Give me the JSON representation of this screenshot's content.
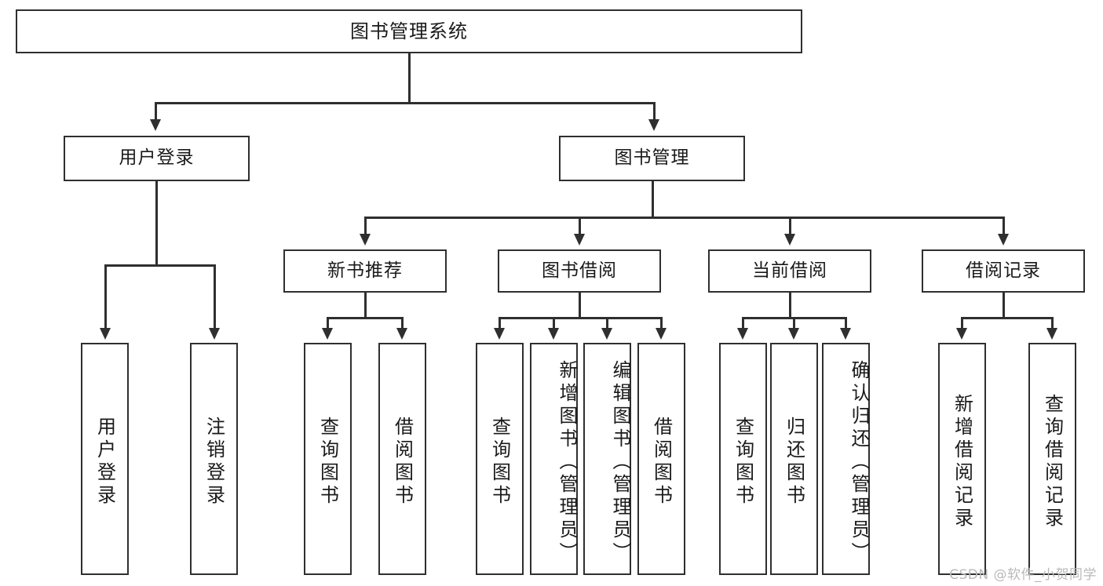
{
  "diagram": {
    "title": "图书管理系统",
    "type": "hierarchy-tree",
    "root": {
      "label": "图书管理系统"
    },
    "level1": [
      {
        "label": "用户登录"
      },
      {
        "label": "图书管理"
      }
    ],
    "level2": [
      {
        "label": "新书推荐",
        "parent": "图书管理"
      },
      {
        "label": "图书借阅",
        "parent": "图书管理"
      },
      {
        "label": "当前借阅",
        "parent": "图书管理"
      },
      {
        "label": "借阅记录",
        "parent": "图书管理"
      }
    ],
    "leaves": {
      "user_login": [
        {
          "label": "用户登录"
        },
        {
          "label": "注销登录"
        }
      ],
      "new_book_rec": [
        {
          "label": "查询图书"
        },
        {
          "label": "借阅图书"
        }
      ],
      "book_borrow": [
        {
          "label": "查询图书"
        },
        {
          "label": "新增图书（管理员）"
        },
        {
          "label": "编辑图书（管理员）"
        },
        {
          "label": "借阅图书"
        }
      ],
      "current_borrow": [
        {
          "label": "查询图书"
        },
        {
          "label": "归还图书"
        },
        {
          "label": "确认归还（管理员）"
        }
      ],
      "borrow_record": [
        {
          "label": "新增借阅记录"
        },
        {
          "label": "查询借阅记录"
        }
      ]
    }
  },
  "watermark": {
    "text": "CSDN @软件_小贺同学"
  },
  "colors": {
    "stroke": "#2f2f2f",
    "fill": "#ffffff",
    "text": "#1a1a1a",
    "watermark": "#b9b9b9"
  }
}
